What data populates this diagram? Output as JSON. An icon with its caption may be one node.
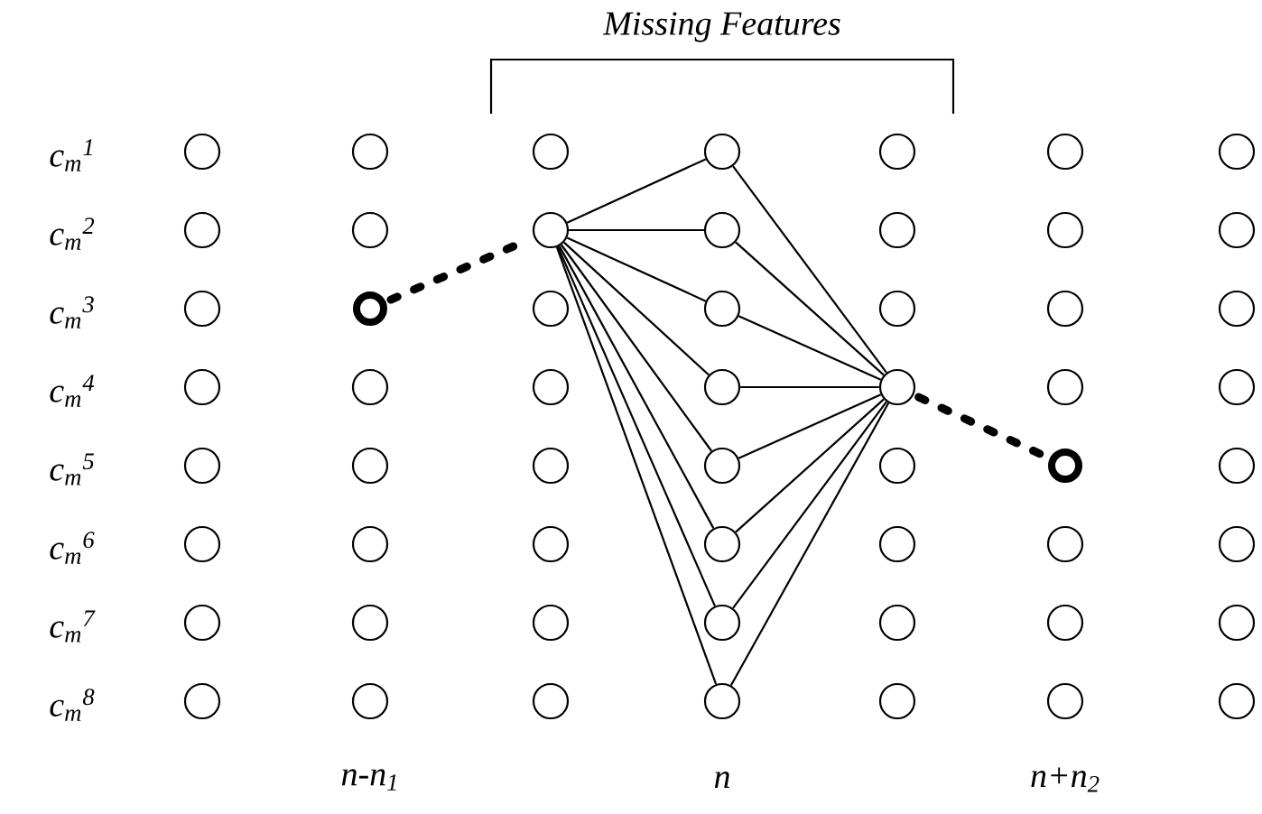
{
  "diagram": {
    "nodes": [
      {
        "text": [],
        "shape": "circle"
      },
      {
        "text": [],
        "shape": "circle"
      },
      {
        "text": [],
        "shape": "circle"
      },
      {
        "text": [],
        "shape": "circle"
      },
      {
        "text": [],
        "shape": "circle"
      },
      {
        "text": [],
        "shape": "circle"
      },
      {
        "text": [],
        "shape": "circle"
      },
      {
        "text": [],
        "shape": "circle"
      },
      {
        "text": [],
        "shape": "circle"
      },
      {
        "text": [],
        "shape": "circle"
      },
      {
        "text": [],
        "shape": "circle"
      },
      {
        "text": [],
        "shape": "circle"
      },
      {
        "text": [],
        "shape": "circle"
      },
      {
        "text": [],
        "shape": "circle"
      },
      {
        "text": [],
        "shape": "circle"
      },
      {
        "text": [],
        "shape": "ring"
      },
      {
        "text": [],
        "shape": "circle"
      },
      {
        "text": [],
        "shape": "circle"
      },
      {
        "text": [],
        "shape": "circle"
      },
      {
        "text": [],
        "shape": "circle"
      },
      {
        "text": [],
        "shape": "circle"
      },
      {
        "text": [],
        "shape": "circle"
      },
      {
        "text": [],
        "shape": "circle"
      },
      {
        "text": [],
        "shape": "circle"
      },
      {
        "text": [],
        "shape": "circle"
      },
      {
        "text": [],
        "shape": "circle"
      },
      {
        "text": [],
        "shape": "circle"
      },
      {
        "text": [],
        "shape": "circle"
      },
      {
        "text": [],
        "shape": "circle"
      },
      {
        "text": [],
        "shape": "circle"
      },
      {
        "text": [],
        "shape": "circle"
      },
      {
        "text": [],
        "shape": "circle"
      },
      {
        "text": [],
        "shape": "circle"
      },
      {
        "text": [],
        "shape": "ring"
      },
      {
        "text": [],
        "shape": "circle"
      },
      {
        "text": [],
        "shape": "circle"
      },
      {
        "text": [],
        "shape": "circle"
      },
      {
        "text": [],
        "shape": "circle"
      },
      {
        "text": [],
        "shape": "circle"
      },
      {
        "text": [],
        "shape": "circle"
      },
      {
        "text": [],
        "shape": "circle"
      },
      {
        "text": [],
        "shape": "circle"
      },
      {
        "text": [],
        "shape": "circle"
      },
      {
        "text": [],
        "shape": "circle"
      },
      {
        "text": [],
        "shape": "circle"
      },
      {
        "text": [],
        "shape": "circle"
      },
      {
        "text": [],
        "shape": "circle"
      },
      {
        "text": [],
        "shape": "circle"
      },
      {
        "text": [],
        "shape": "circle"
      },
      {
        "text": [],
        "shape": "circle"
      },
      {
        "text": [],
        "shape": "circle"
      },
      {
        "text": [],
        "shape": "circle"
      },
      {
        "text": [],
        "shape": "circle"
      },
      {
        "text": [],
        "shape": "circle"
      },
      {
        "text": [],
        "shape": "circle"
      },
      {
        "text": [],
        "shape": "circle"
      }
    ],
    "edges": [
      {
        "from": 15,
        "to": 9,
        "arrow": "none",
        "style": "dashed"
      },
      {
        "from": 9,
        "to": 3,
        "arrow": "none"
      },
      {
        "from": 9,
        "to": 10,
        "arrow": "none"
      },
      {
        "from": 9,
        "to": 17,
        "arrow": "none"
      },
      {
        "from": 9,
        "to": 24,
        "arrow": "none"
      },
      {
        "from": 9,
        "to": 31,
        "arrow": "none"
      },
      {
        "from": 9,
        "to": 38,
        "arrow": "none"
      },
      {
        "from": 9,
        "to": 45,
        "arrow": "none"
      },
      {
        "from": 9,
        "to": 52,
        "arrow": "none"
      },
      {
        "from": 3,
        "to": 25,
        "arrow": "none"
      },
      {
        "from": 10,
        "to": 25,
        "arrow": "none"
      },
      {
        "from": 17,
        "to": 25,
        "arrow": "none"
      },
      {
        "from": 24,
        "to": 25,
        "arrow": "none"
      },
      {
        "from": 31,
        "to": 25,
        "arrow": "none"
      },
      {
        "from": 38,
        "to": 25,
        "arrow": "none"
      },
      {
        "from": 45,
        "to": 25,
        "arrow": "none"
      },
      {
        "from": 52,
        "to": 25,
        "arrow": "none"
      },
      {
        "from": 25,
        "to": 33,
        "arrow": "none",
        "style": "dashed"
      }
    ],
    "labels": [
      "Missing Features",
      "c$_{m}$$^{1}$",
      "c$_{m}$$^{2}$",
      "c$_{m}$$^{3}$",
      "c$_{m}$$^{4}$",
      "c$_{m}$$^{5}$",
      "c$_{m}$$^{6}$",
      "c$_{m}$$^{7}$",
      "c$_{m}$$^{8}$",
      "n-n$_{1}$",
      "n",
      "n+n$_{2}$"
    ]
  }
}
